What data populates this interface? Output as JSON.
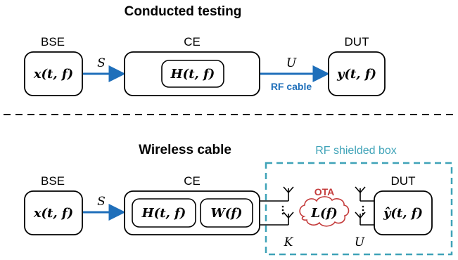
{
  "conducted": {
    "title": "Conducted testing",
    "bse_label": "BSE",
    "bse_signal": "x(t, f)",
    "ce_label": "CE",
    "ce_channel": "H(t, f)",
    "dut_label": "DUT",
    "dut_signal": "y(t, f)",
    "link_left": "S",
    "link_right": "U",
    "cable_label": "RF cable"
  },
  "wireless": {
    "title": "Wireless cable",
    "box_label": "RF shielded box",
    "bse_label": "BSE",
    "bse_signal": "x(t, f)",
    "ce_label": "CE",
    "ce_channel": "H(t, f)",
    "ce_weights": "W(f)",
    "dut_label": "DUT",
    "dut_signal": "ŷ(t, f)",
    "link_left": "S",
    "antennas_left": "K",
    "antennas_right": "U",
    "ota_label": "OTA",
    "ota_channel": "L(f)"
  },
  "colors": {
    "arrow": "#1f6fba",
    "shield_box": "#3fa3b8",
    "ota": "#c43b3b"
  }
}
